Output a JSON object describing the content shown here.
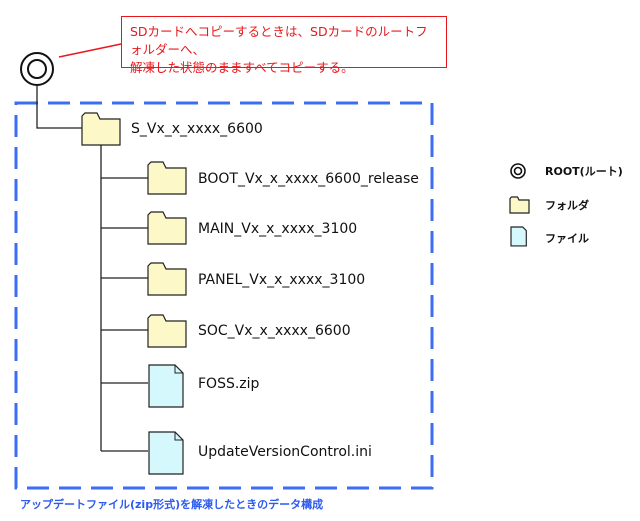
{
  "callout": {
    "line1": "SDカードへコピーするときは、SDカードのルートフォルダーへ、",
    "line2": "解凍した状態のまますべてコピーする。"
  },
  "tree": {
    "root_folder": "S_Vx_x_xxxx_6600",
    "children": [
      {
        "type": "folder",
        "name": "BOOT_Vx_x_xxxx_6600_release"
      },
      {
        "type": "folder",
        "name": "MAIN_Vx_x_xxxx_3100"
      },
      {
        "type": "folder",
        "name": "PANEL_Vx_x_xxxx_3100"
      },
      {
        "type": "folder",
        "name": "SOC_Vx_x_xxxx_6600"
      },
      {
        "type": "file",
        "name": "FOSS.zip"
      },
      {
        "type": "file",
        "name": "UpdateVersionControl.ini"
      }
    ]
  },
  "legend": {
    "root": "ROOT(ルート)",
    "folder": "フォルダ",
    "file": "ファイル"
  },
  "caption": "アップデートファイル(zip形式)を解凍したときのデータ構成",
  "colors": {
    "callout": "#e8181c",
    "dashed_border": "#3b6ef5",
    "caption": "#2d5bf0",
    "folder_fill": "#fdf8c8",
    "file_fill": "#d4f8fc"
  }
}
